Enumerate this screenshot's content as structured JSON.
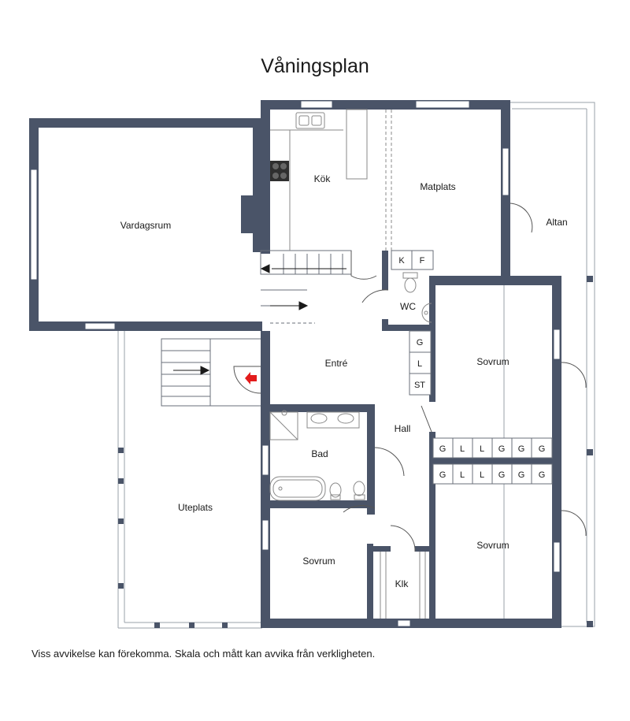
{
  "title": "Våningsplan",
  "disclaimer": "Viss avvikelse kan förekomma. Skala och mått kan avvika från verkligheten.",
  "colors": {
    "wall": "#4a5468",
    "door": "#555555",
    "entry_arrow": "#e31b1b",
    "fixture": "#888888"
  },
  "rooms": {
    "kitchen": "Kök",
    "dining": "Matplats",
    "deck": "Altan",
    "living": "Vardagsrum",
    "wc": "WC",
    "entrance": "Entré",
    "bedroom_1": "Sovrum",
    "hall": "Hall",
    "bath": "Bad",
    "patio": "Uteplats",
    "bedroom_2": "Sovrum",
    "bedroom_3": "Sovrum",
    "closet": "Klk"
  },
  "storage": {
    "k": "K",
    "f": "F",
    "hall_stack": [
      "G",
      "L",
      "ST"
    ],
    "wardrobe_row_1": [
      "G",
      "L",
      "L",
      "G",
      "G",
      "G"
    ],
    "wardrobe_row_2": [
      "G",
      "L",
      "L",
      "G",
      "G",
      "G"
    ]
  }
}
